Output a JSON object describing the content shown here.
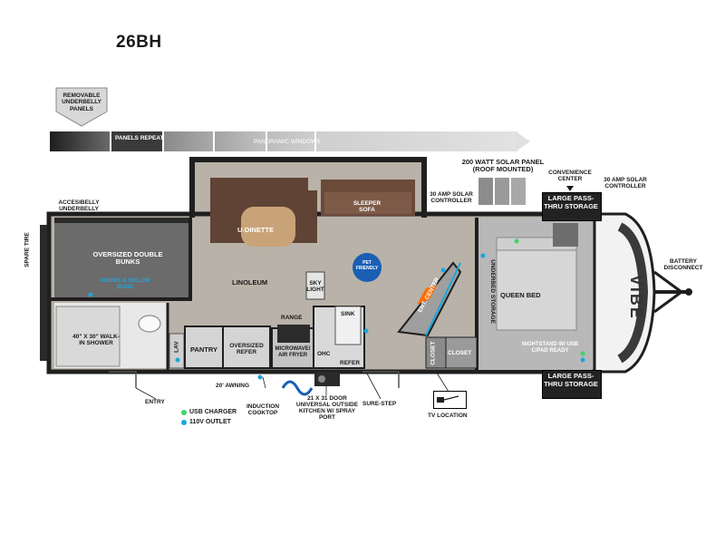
{
  "model": "26BH",
  "top_labels": {
    "removable_underbelly_panels": "REMOVABLE UNDERBELLY PANELS",
    "panels_repeat": "PANELS REPEAT",
    "panoramic_windows": "PANORAMIC WINDOWS",
    "solar_panel": "200 WATT SOLAR PANEL (ROOF MOUNTED)",
    "convenience_center": "CONVENIENCE CENTER",
    "solar_controller_right": "30 AMP SOLAR CONTROLLER",
    "solar_controller_mid": "30 AMP SOLAR CONTROLLER",
    "accessible_underbelly": "ACCESIBELLY UNDERBELLY",
    "spare_tire": "SPARE TIRE",
    "battery_disconnect": "BATTERY DISCONNECT"
  },
  "storage": {
    "top": "LARGE PASS-THRU STORAGE",
    "bottom": "LARGE PASS-THRU STORAGE"
  },
  "rooms": {
    "u_dinette": "U-DINETTE",
    "sleeper_sofa": "SLEEPER SOFA",
    "linoleum": "LINOLEUM",
    "sky_light": "SKY LIGHT",
    "pet_friendly": "PET FRIENDLY",
    "oversized_double_bunks": "OVERSIZED DOUBLE BUNKS",
    "above_below_bunk": "ABOVE & BELOW BUNK",
    "walk_in_shower": "40\" x 30\" WALK-IN SHOWER",
    "lav": "LAV",
    "pantry": "PANTRY",
    "oversized_refer": "OVERSIZED REFER",
    "range": "RANGE",
    "microwave": "MICROWAVE/ AIR FRYER",
    "ohc": "OHC",
    "sink": "SINK",
    "refer": "REFER",
    "ent_center": "ENT. CENTER",
    "underbed_storage": "UNDERBED STORAGE",
    "queen_bed": "QUEEN BED",
    "closet_left": "CLOSET",
    "closet_right": "CLOSET",
    "nightstand": "NIGHTSTAND W/ USB C/PAD READY",
    "brand": "VIBE"
  },
  "bottom_labels": {
    "entry": "ENTRY",
    "awning": "20' AWNING",
    "induction_cooktop": "INDUCTION COOKTOP",
    "outside_kitchen": "21 x 31 DOOR UNIVERSAL OUTSIDE KITCHEN W/ SPRAY PORT",
    "sure_step": "SURE-STEP",
    "tv_location": "TV LOCATION"
  },
  "legend": [
    {
      "label": "USB CHARGER",
      "color": "#3fd36b"
    },
    {
      "label": "110V OUTLET",
      "color": "#1aa7e0"
    }
  ],
  "colors": {
    "wall": "#1f1f1f",
    "floor": "#b9b2a8",
    "carpet": "#6b6b6b",
    "sofa": "#6b4a3a",
    "table": "#c9a378",
    "accent_cyan": "#1aa7e0",
    "accent_green": "#3fd36b"
  }
}
